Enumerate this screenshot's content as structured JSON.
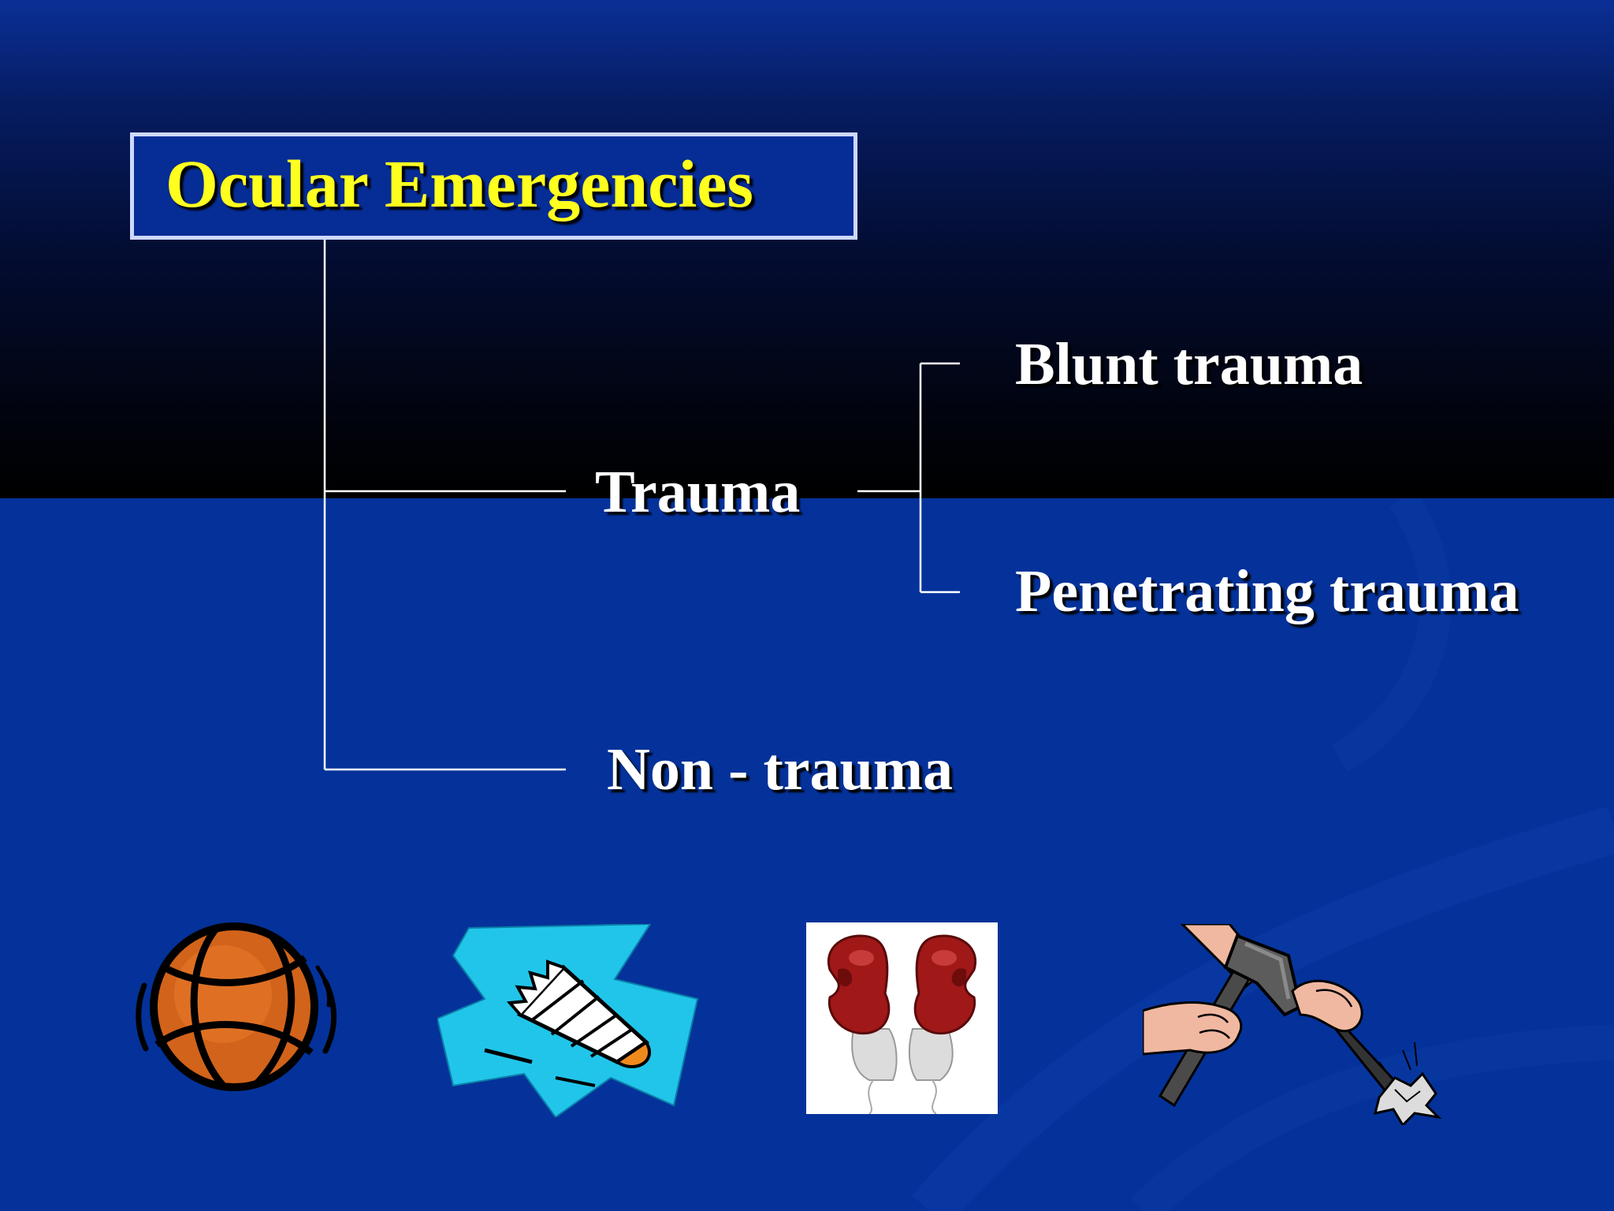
{
  "slide": {
    "title": "Ocular Emergencies",
    "colors": {
      "title_text": "#ffff1f",
      "node_text": "#ffffff",
      "background": "#04329a",
      "connector": "#ffffff"
    }
  },
  "tree": {
    "root": "Ocular Emergencies",
    "branches": [
      {
        "label": "Trauma",
        "children": [
          {
            "label": "Blunt trauma"
          },
          {
            "label": "Penetrating trauma"
          }
        ]
      },
      {
        "label": "Non - trauma"
      }
    ]
  },
  "clipart": [
    {
      "icon": "basketball-icon"
    },
    {
      "icon": "shuttlecock-icon"
    },
    {
      "icon": "boxing-gloves-icon"
    },
    {
      "icon": "hammer-chisel-icon"
    }
  ]
}
